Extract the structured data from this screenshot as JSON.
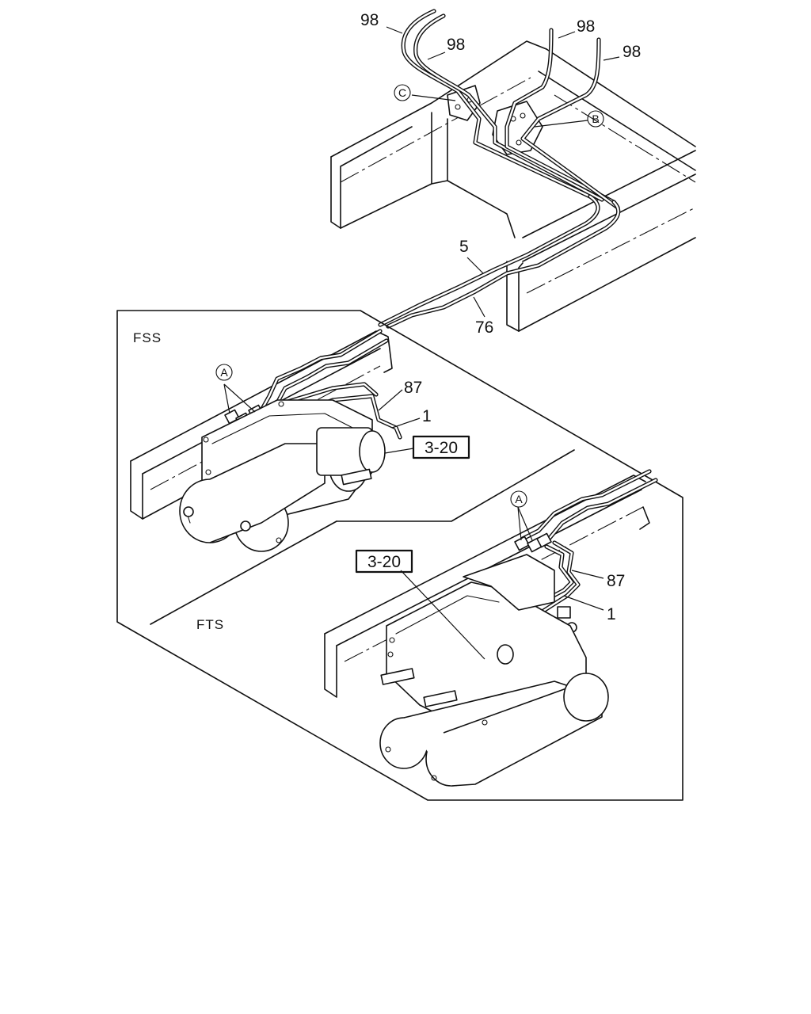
{
  "callouts": {
    "pipe_98_a": "98",
    "pipe_98_b": "98",
    "pipe_98_c": "98",
    "pipe_98_d": "98",
    "pipe_5": "5",
    "pipe_76": "76",
    "pipe_87_fss": "87",
    "pipe_1_fss": "1",
    "pipe_87_fts": "87",
    "pipe_1_fts": "1"
  },
  "refs": {
    "ref_c": "C",
    "ref_b": "B",
    "ref_a_fss": "A",
    "ref_a_fts": "A",
    "box_3_20_fss": "3-20",
    "box_3_20_fts": "3-20"
  },
  "views": {
    "fss": "FSS",
    "fts": "FTS"
  }
}
